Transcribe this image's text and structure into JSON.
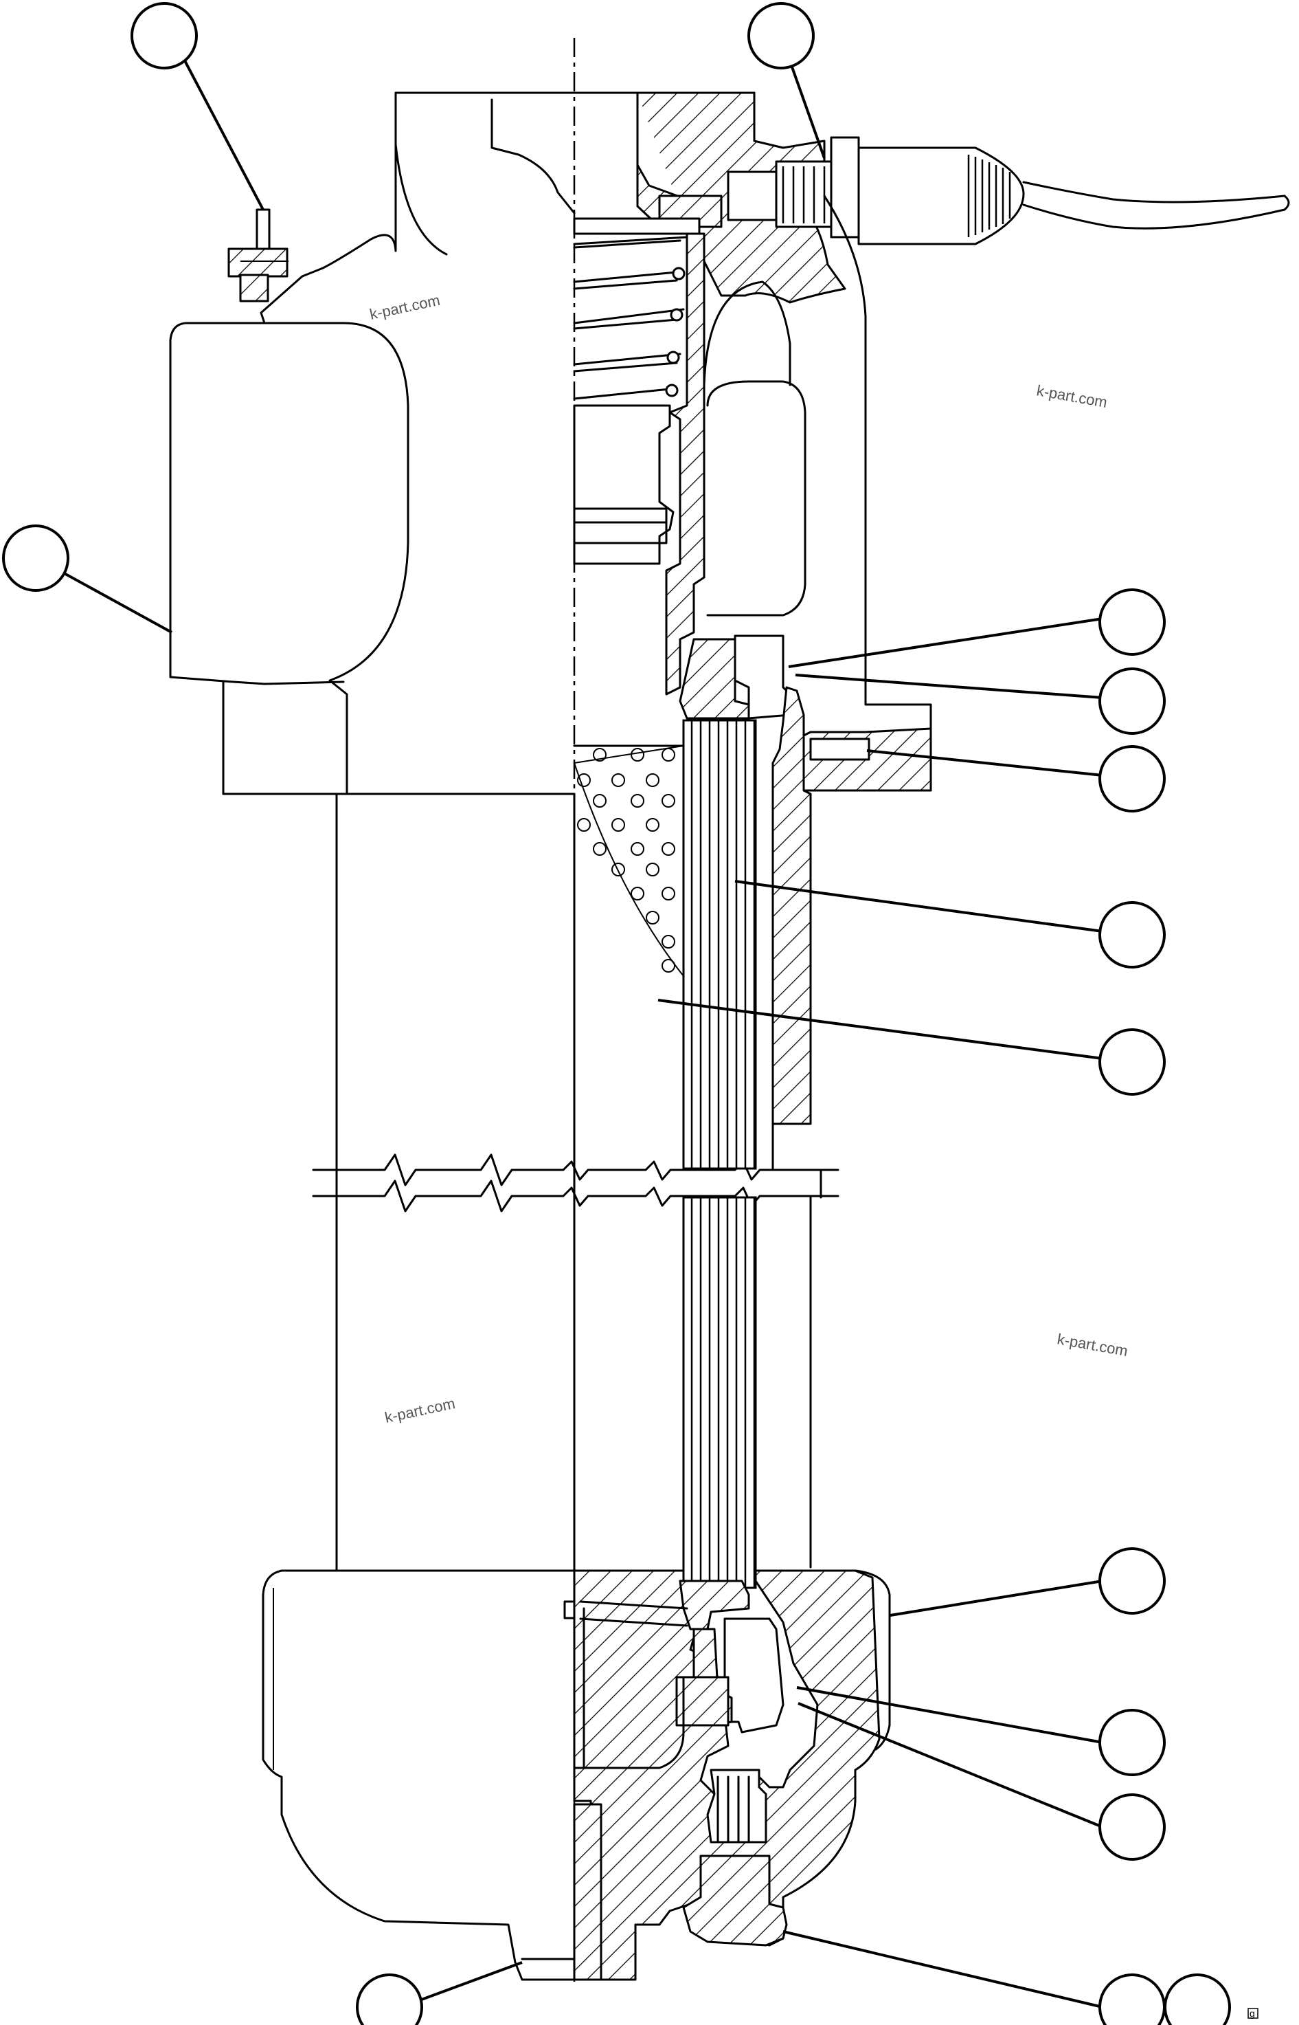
{
  "watermarks": [
    "k-part.com",
    "k-part.com",
    "k-part.com",
    "k-part.com"
  ],
  "image_tag": "g",
  "colors": {
    "line": "#000000",
    "background": "#ffffff",
    "watermark": "#555555"
  },
  "callout_count": 14
}
